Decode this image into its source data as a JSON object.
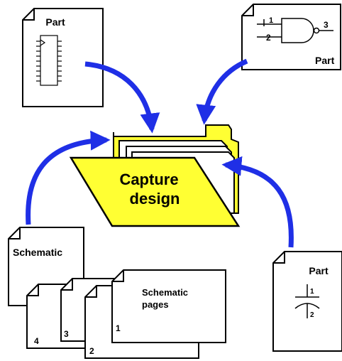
{
  "colors": {
    "arrow": "#1f2fe6",
    "folder_fill": "#ffff33",
    "outline": "#000000",
    "page_fill": "#ffffff"
  },
  "part_top_left": {
    "label": "Part",
    "icon": "ic-chip-symbol"
  },
  "part_top_right": {
    "label": "Part",
    "icon": "nand-gate-symbol",
    "pins": [
      "1",
      "2",
      "3"
    ]
  },
  "part_bottom_right": {
    "label": "Part",
    "icon": "capacitor-symbol",
    "pins": [
      "1",
      "2"
    ]
  },
  "folder": {
    "line1": "Capture",
    "line2": "design",
    "icon": "folder-icon"
  },
  "schematic": {
    "label": "Schematic",
    "pages_label_line1": "Schematic",
    "pages_label_line2": "pages",
    "page_numbers": [
      "1",
      "2",
      "3",
      "4"
    ]
  },
  "arrows": [
    {
      "from": "part-top-left",
      "to": "folder"
    },
    {
      "from": "part-top-right",
      "to": "folder"
    },
    {
      "from": "schematic",
      "to": "folder"
    },
    {
      "from": "part-bottom-right",
      "to": "folder"
    }
  ]
}
